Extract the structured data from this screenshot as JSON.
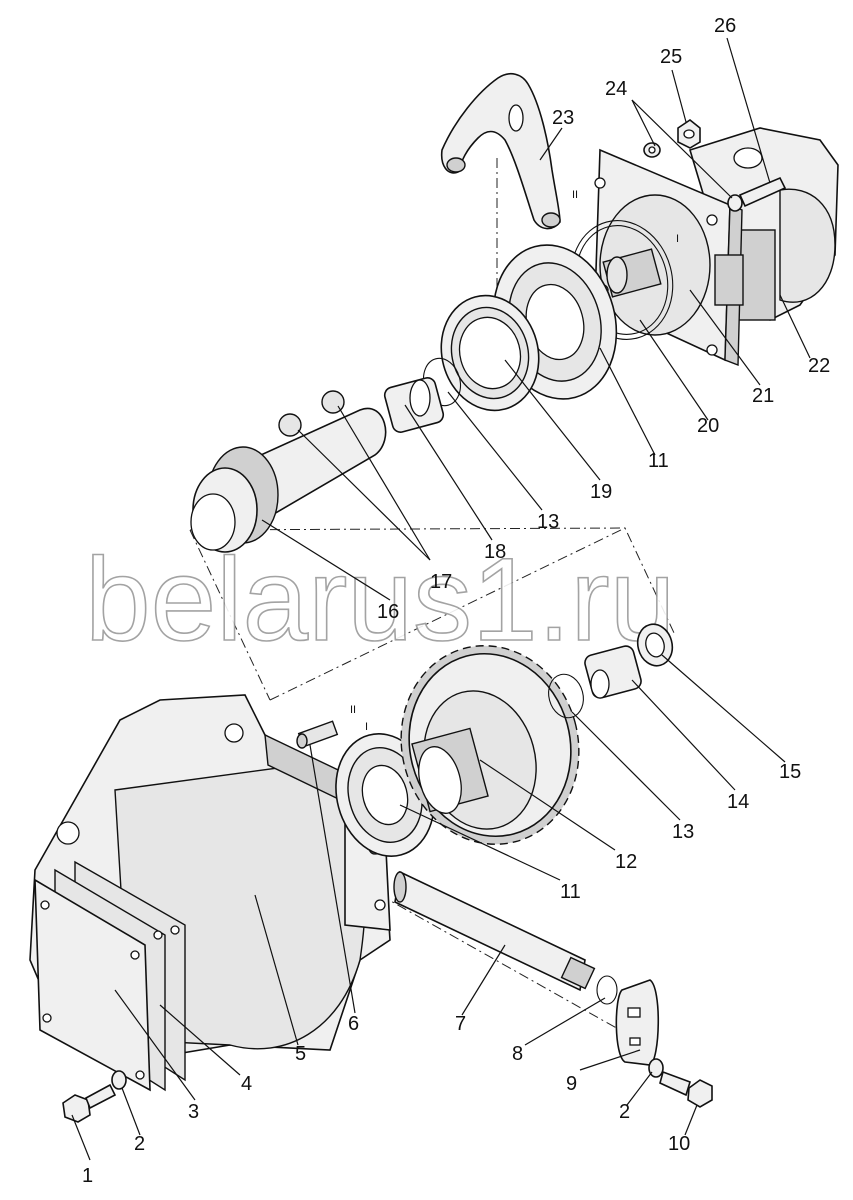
{
  "watermark": "belarus1.ru",
  "callouts": [
    "1",
    "2",
    "2",
    "3",
    "4",
    "5",
    "6",
    "7",
    "8",
    "9",
    "10",
    "11",
    "11",
    "12",
    "13",
    "13",
    "14",
    "15",
    "16",
    "17",
    "18",
    "19",
    "20",
    "21",
    "22",
    "23",
    "24",
    "25",
    "26"
  ],
  "shaft_marks": [
    "II",
    "I"
  ],
  "flange_marks": [
    "II",
    "I"
  ]
}
